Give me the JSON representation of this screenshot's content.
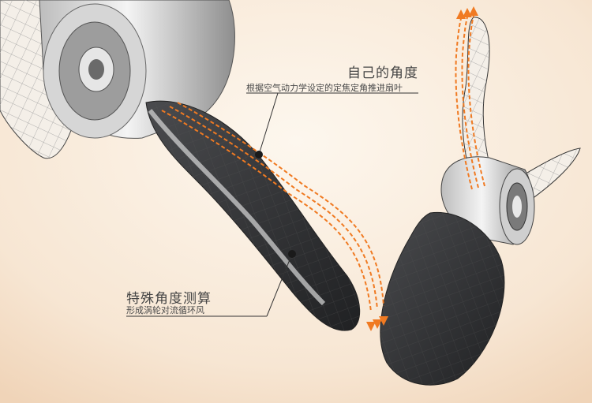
{
  "callouts": {
    "top": {
      "title": "自己的角度",
      "subtitle": "根据空气动力学设定的定焦定角推进扇叶"
    },
    "bottom": {
      "title": "特殊角度测算",
      "subtitle": "形成涡轮对流循环风"
    }
  },
  "colors": {
    "background_light": "#fdf7ee",
    "background_warm": "#f2d9c0",
    "blade_dark": "#2f3032",
    "hub_light": "#e8e8e8",
    "airflow_arrow": "#f07a22",
    "leader_line": "#333333"
  }
}
